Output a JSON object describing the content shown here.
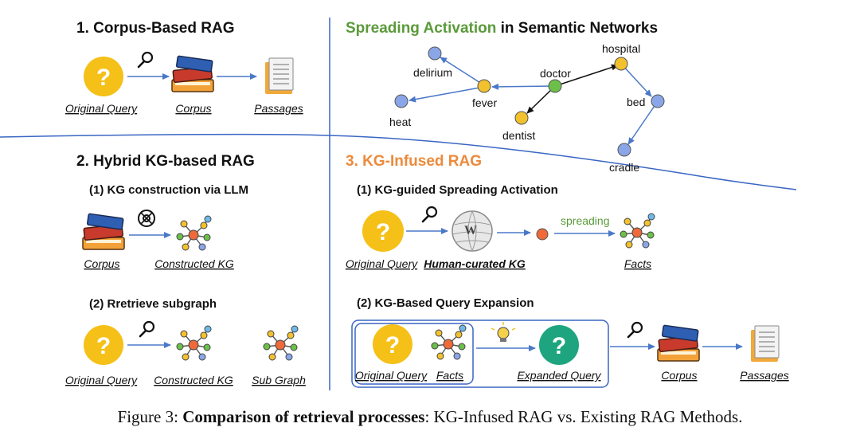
{
  "section1": {
    "title": "1. Corpus-Based RAG",
    "labels": [
      "Original Query",
      "Corpus",
      "Passages"
    ]
  },
  "section_sa": {
    "title_colored": "Spreading Activation",
    "title_rest": " in Semantic Networks",
    "nodes": [
      "delirium",
      "doctor",
      "hospital",
      "fever",
      "bed",
      "heat",
      "dentist",
      "cradle"
    ]
  },
  "section2": {
    "title": "2. Hybrid KG-based RAG",
    "step1": "(1) KG construction via LLM",
    "step1_labels": [
      "Corpus",
      "Constructed KG"
    ],
    "step2": "(2) Rretrieve subgraph",
    "step2_labels": [
      "Original Query",
      "Constructed KG",
      "Sub Graph"
    ]
  },
  "section3": {
    "title": "3. KG-Infused RAG",
    "step1": "(1) KG-guided Spreading Activation",
    "step1_labels": [
      "Original Query",
      "Human-curated KG",
      "Facts"
    ],
    "spreading": "spreading",
    "step2": "(2) KG-Based Query Expansion",
    "step2_labels": [
      "Original Query",
      "Facts",
      "Expanded Query",
      "Corpus",
      "Passages"
    ]
  },
  "caption": {
    "prefix": "Figure 3: ",
    "bold": "Comparison of retrieval processes",
    "rest": ": KG-Infused RAG vs. Existing RAG Methods."
  },
  "colors": {
    "query_yellow": "#f5c018",
    "expanded_green": "#1ea57f",
    "arrow_blue": "#4a78c8",
    "node_blue": "#8aa6e8",
    "node_yellow": "#f2c12e",
    "node_green": "#6cc04a",
    "node_orange": "#ee6a3a",
    "divider": "#3a66c4"
  }
}
